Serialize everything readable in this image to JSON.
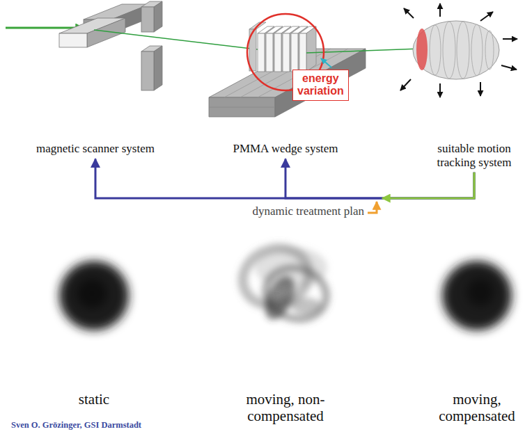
{
  "diagram": {
    "nodes": [
      {
        "text": [
          "magnetic scanner system"
        ]
      },
      {
        "text": [
          "PMMA wedge system"
        ]
      },
      {
        "text": [
          "suitable motion tracking system"
        ]
      },
      {
        "text": [
          "energy variation"
        ]
      }
    ],
    "edges": [
      {
        "from": 2,
        "to": 0,
        "arrow": "to"
      },
      {
        "from": 2,
        "to": 1,
        "arrow": "to"
      }
    ],
    "labels": [
      "dynamic treatment plan",
      "static",
      "moving, non-compensated",
      "moving, compensated",
      "Sven O. Grözinger, GSI Darmstadt"
    ]
  }
}
